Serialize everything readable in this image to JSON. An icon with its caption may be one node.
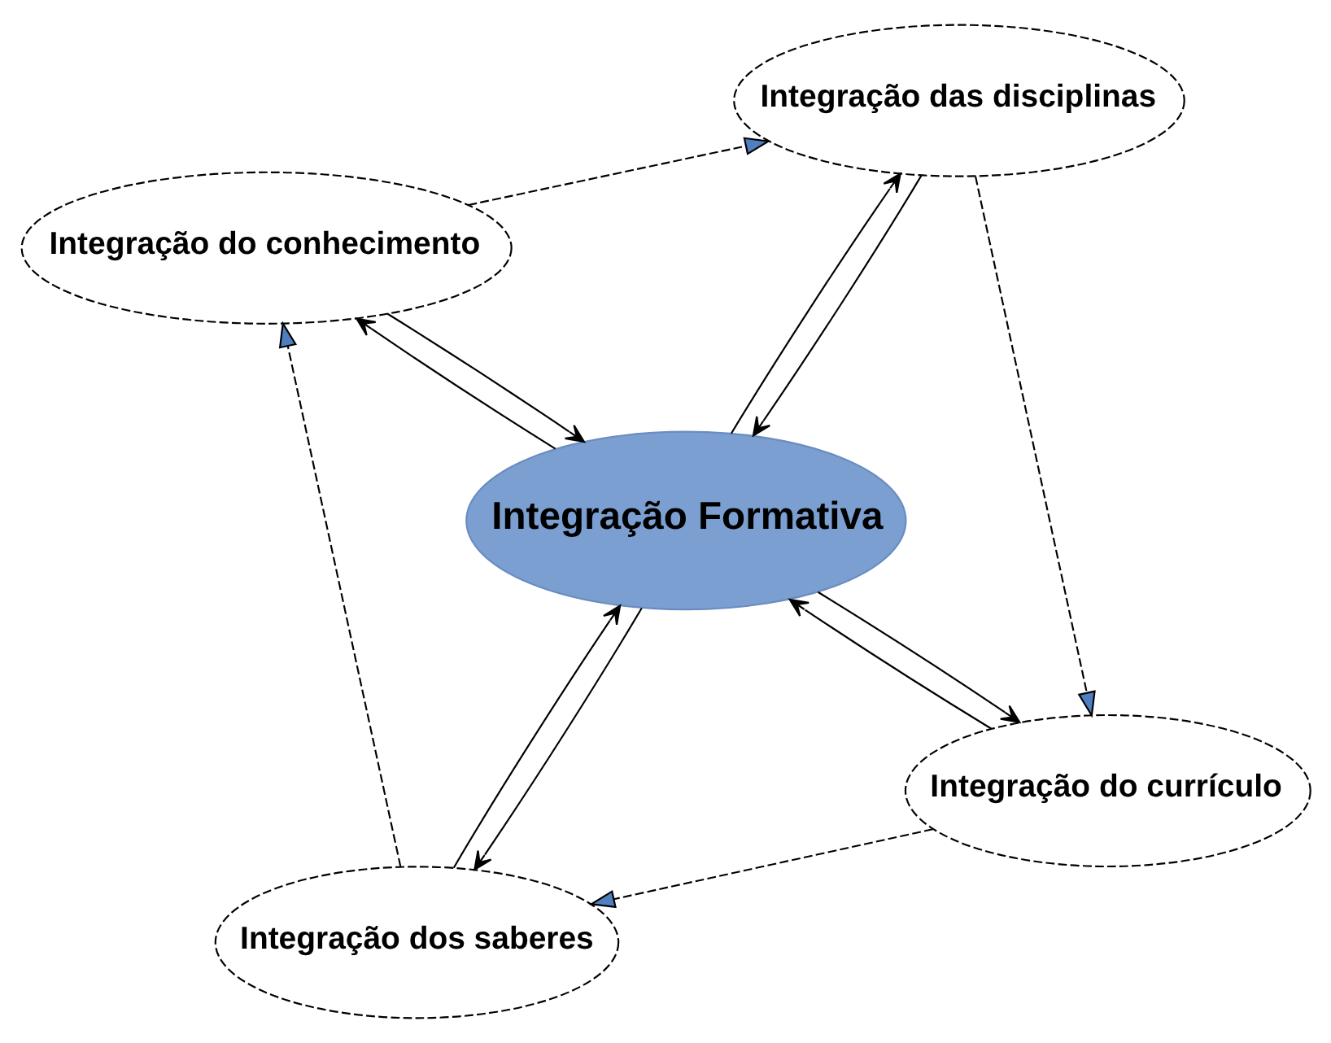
{
  "diagram": {
    "nodes": [
      {
        "text": [
          "Integração Formativa"
        ]
      },
      {
        "text": [
          "Integração do currículo"
        ]
      },
      {
        "text": [
          "Integração dos saberes"
        ]
      },
      {
        "text": [
          "Integração do conhecimento"
        ]
      },
      {
        "text": [
          "Integração das disciplinas"
        ]
      }
    ],
    "edges": [
      {
        "from": 0,
        "to": 1,
        "arrow": "to"
      },
      {
        "from": 1,
        "to": 0,
        "arrow": "to"
      },
      {
        "from": 0,
        "to": 2,
        "arrow": "to"
      },
      {
        "from": 2,
        "to": 0,
        "arrow": "to"
      },
      {
        "from": 0,
        "to": 3,
        "arrow": "to"
      },
      {
        "from": 3,
        "to": 0,
        "arrow": "to"
      },
      {
        "from": 0,
        "to": 4,
        "arrow": "to"
      },
      {
        "from": 4,
        "to": 0,
        "arrow": "to"
      },
      {
        "from": 1,
        "to": 2,
        "arrow": "to",
        "style": "dashed"
      },
      {
        "from": 2,
        "to": 3,
        "arrow": "to",
        "style": "dashed"
      },
      {
        "from": 3,
        "to": 4,
        "arrow": "to",
        "style": "dashed"
      },
      {
        "from": 4,
        "to": 1,
        "arrow": "to",
        "style": "dashed"
      }
    ]
  }
}
